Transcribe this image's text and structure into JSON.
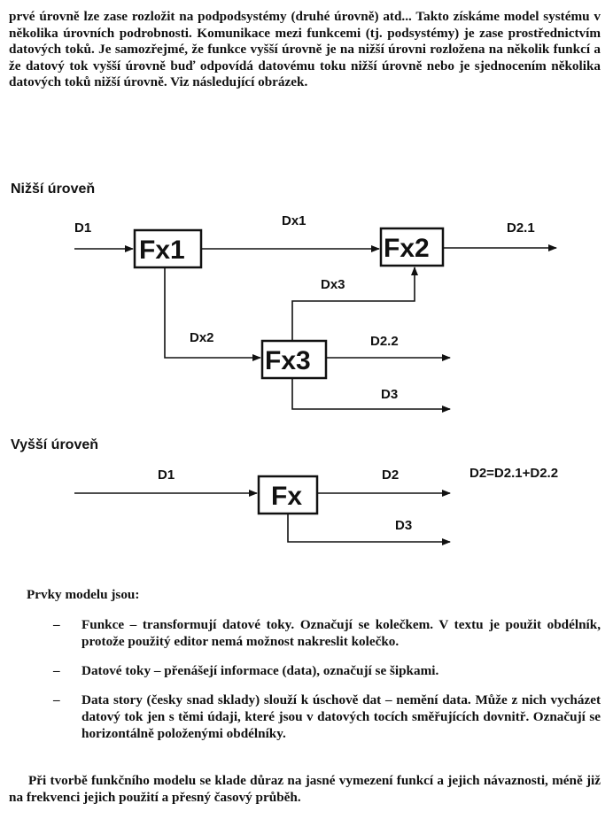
{
  "intro_text": "prvé úrovně lze zase rozložit na podpodsystémy (druhé úrovně) atd... Takto získáme model systému v několika úrovních podrobnosti. Komunikace mezi funkcemi (tj. podsystémy) je zase prostřednictvím datových toků. Je samozřejmé, že funkce vyšší úrovně je na nižší úrovni rozložena na několik funkcí a že datový tok vyšší úrovně buď odpovídá datovému toku nižší úrovně nebo je sjednocením několika datových toků nižší úrovně. Viz následující obrázek.",
  "diagram_lower": {
    "title": "Nižší úroveň",
    "boxes": [
      "Fx1",
      "Fx2",
      "Fx3"
    ],
    "flows": {
      "d1": "D1",
      "dx1": "Dx1",
      "d21": "D2.1",
      "dx3": "Dx3",
      "dx2": "Dx2",
      "d22": "D2.2",
      "d3": "D3"
    }
  },
  "diagram_higher": {
    "title": "Vyšší úroveň",
    "box": "Fx",
    "flows": {
      "d1": "D1",
      "d2": "D2",
      "d3": "D3"
    },
    "equation": "D2=D2.1+D2.2"
  },
  "elements_title": "Prvky modelu jsou:",
  "elements": [
    {
      "dash": "–",
      "text": "Funkce – transformují datové toky. Označují se kolečkem. V textu je použit obdélník, protože použitý editor nemá možnost nakreslit kolečko."
    },
    {
      "dash": "–",
      "text": "Datové toky – přenášejí informace (data), označují se šipkami."
    },
    {
      "dash": "–",
      "text": "Data story (česky snad sklady) slouží k úschově dat – nemění data. Může z nich vycházet datový tok jen s těmi údaji, které jsou v datových tocích směřujících dovnitř. Označují se horizontálně položenými obdélníky."
    }
  ],
  "closing_text": "Při tvorbě funkčního modelu se klade důraz na jasné vymezení funkcí a jejich návaznosti, méně již na frekvenci jejich použití a přesný časový průběh."
}
